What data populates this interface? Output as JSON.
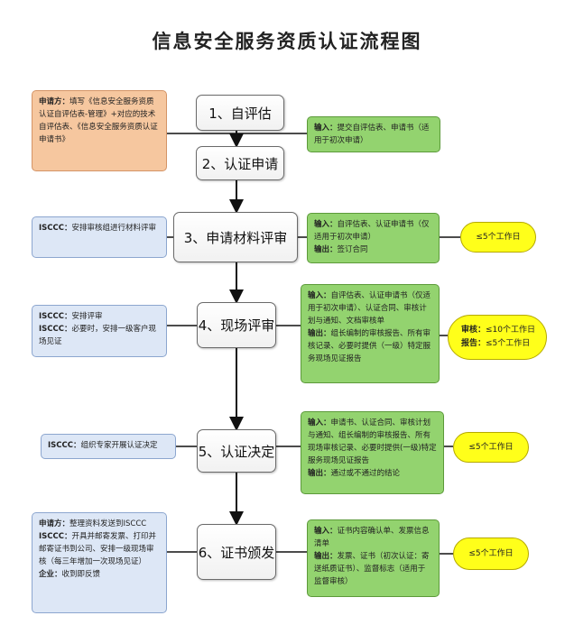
{
  "title": "信息安全服务资质认证流程图",
  "steps": [
    {
      "label": "1、自评估"
    },
    {
      "label": "2、认证申请"
    },
    {
      "label": "3、申请材料评审"
    },
    {
      "label": "4、现场评审"
    },
    {
      "label": "5、认证决定"
    },
    {
      "label": "6、证书颁发"
    }
  ],
  "left_notes": [
    {
      "lines": [
        {
          "key": "申请方：",
          "text": "填写《信息安全服务资质认证自评估表-管理》+对应的技术自评估表、《信息安全服务资质认证申请书》"
        }
      ]
    },
    {
      "lines": [
        {
          "key": "ISCCC：",
          "text": "安排审核组进行材料评审"
        }
      ]
    },
    {
      "lines": [
        {
          "key": "ISCCC：",
          "text": "安排评审"
        },
        {
          "key": "ISCCC：",
          "text": "必要时，安排一级客户现场见证"
        }
      ]
    },
    {
      "lines": [
        {
          "key": "ISCCC：",
          "text": "组织专家开展认证决定"
        }
      ]
    },
    {
      "lines": [
        {
          "key": "申请方：",
          "text": "整理资料发送到ISCCC"
        },
        {
          "key": "ISCCC：",
          "text": "开具并邮寄发票、打印并邮寄证书到公司、安排一级现场审核（每三年增加一次现场见证）"
        },
        {
          "key": "企业：",
          "text": "收到即反馈"
        }
      ]
    }
  ],
  "right_notes": [
    {
      "lines": [
        {
          "key": "输入：",
          "text": "提交自评估表、申请书（适用于初次申请）"
        }
      ]
    },
    {
      "lines": [
        {
          "key": "输入：",
          "text": "自评估表、认证申请书（仅适用于初次申请）"
        },
        {
          "key": "输出：",
          "text": "签订合同"
        }
      ]
    },
    {
      "lines": [
        {
          "key": "输入：",
          "text": "自评估表、认证申请书（仅适用于初次申请）、认证合同、审核计划与通知、文档审核单"
        },
        {
          "key": "输出：",
          "text": "组长编制的审核报告、所有审核记录、必要时提供（一级）特定服务现场见证报告"
        }
      ]
    },
    {
      "lines": [
        {
          "key": "输入：",
          "text": "申请书、认证合同、审核计划与通知、组长编制的审核报告、所有现场审核记录、必要时提供(一级)特定服务现场见证报告"
        },
        {
          "key": "输出：",
          "text": "通过或不通过的结论"
        }
      ]
    },
    {
      "lines": [
        {
          "key": "输入：",
          "text": "证书内容确认单、发票信息清单"
        },
        {
          "key": "输出：",
          "text": "发票、证书（初次认证：寄送纸质证书）、监督标志（适用于监督审核）"
        }
      ]
    }
  ],
  "durations": [
    {
      "lines": [
        {
          "key": "",
          "text": "≤5个工作日"
        }
      ]
    },
    {
      "lines": [
        {
          "key": "审核：",
          "text": "≤10个工作日"
        },
        {
          "key": "报告：",
          "text": "≤5个工作日"
        }
      ]
    },
    {
      "lines": [
        {
          "key": "",
          "text": "≤5个工作日"
        }
      ]
    },
    {
      "lines": [
        {
          "key": "",
          "text": "≤5个工作日"
        }
      ]
    }
  ],
  "colors": {
    "step_border": "#6a6a6a",
    "orange_note": "#f6c79f",
    "blue_note": "#dde7f6",
    "green_note": "#93d36f",
    "yellow_oval": "#ffff1a",
    "connector": "#111111"
  }
}
